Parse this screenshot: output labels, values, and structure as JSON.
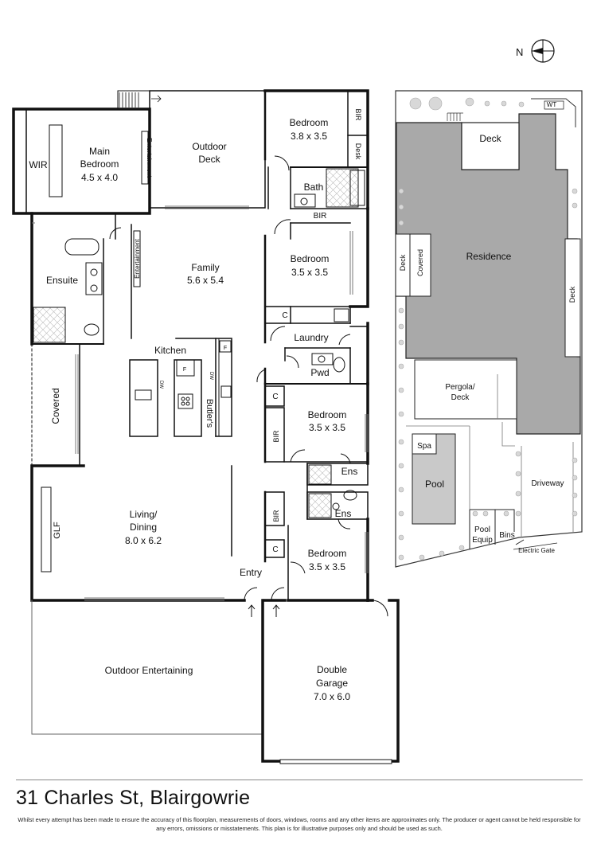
{
  "compass": {
    "label": "N"
  },
  "rooms": {
    "wir": "WIR",
    "main_bedroom": {
      "name": "Main",
      "name2": "Bedroom",
      "size": "4.5 x 4.0"
    },
    "entertainment_main": "Entertainment",
    "outdoor_deck": {
      "name": "Outdoor",
      "name2": "Deck"
    },
    "bedroom_a": {
      "name": "Bedroom",
      "size": "3.8 x 3.5"
    },
    "bir": "BIR",
    "desk": "Desk",
    "bath": "Bath",
    "ensuite": "Ensuite",
    "entertainment_family": "Entertainment",
    "family": {
      "name": "Family",
      "size": "5.6 x 5.4"
    },
    "bedroom_b": {
      "name": "Bedroom",
      "size": "3.5 x 3.5"
    },
    "c": "C",
    "laundry": "Laundry",
    "pwd": "Pwd",
    "kitchen": "Kitchen",
    "f": "F",
    "dw": "DW",
    "butlers": "Butler's",
    "covered": "Covered",
    "bedroom_c": {
      "name": "Bedroom",
      "size": "3.5 x 3.5"
    },
    "ens": "Ens",
    "living": {
      "name": "Living/",
      "name2": "Dining",
      "size": "8.0 x 6.2"
    },
    "glf": "GLF",
    "bedroom_d": {
      "name": "Bedroom",
      "size": "3.5 x 3.5"
    },
    "entry": "Entry",
    "outdoor_entertaining": "Outdoor Entertaining",
    "garage": {
      "name": "Double",
      "name2": "Garage",
      "size": "7.0 x 6.0"
    }
  },
  "site": {
    "wt": "WT",
    "deck": "Deck",
    "residence": "Residence",
    "covered": "Covered",
    "pergola": {
      "name": "Pergola/",
      "name2": "Deck"
    },
    "spa": "Spa",
    "pool": "Pool",
    "driveway": "Driveway",
    "pool_equip": {
      "name": "Pool",
      "name2": "Equip"
    },
    "bins": "Bins",
    "electric_gate": "Electric Gate",
    "colors": {
      "residence": "#a9a9a9",
      "pool": "#c9c9c9"
    }
  },
  "footer": {
    "address": "31 Charles St, Blairgowrie",
    "disclaimer": "Whilst every attempt has been made to ensure the accuracy of this floorplan, measurements of doors, windows, rooms and any other items are approximates only. The producer or agent cannot be held responsible for any errors, omissions or misstatements. This plan is for illustrative purposes only and should be used as such."
  }
}
